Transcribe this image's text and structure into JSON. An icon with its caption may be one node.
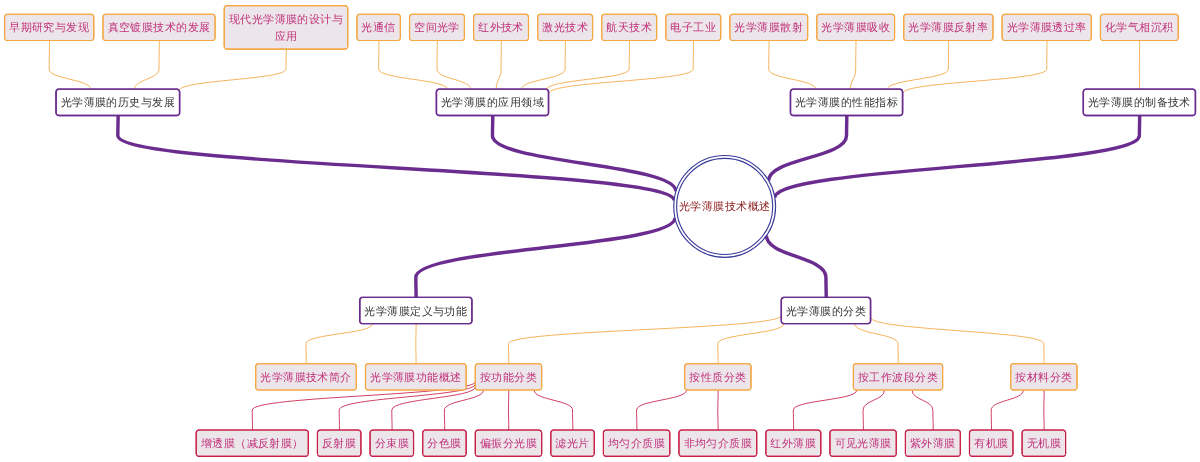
{
  "diagram": {
    "nodes": [
      {
        "text": [
          "早期研究与发现"
        ]
      },
      {
        "text": [
          "真空镀膜技术的发展"
        ]
      },
      {
        "text": [
          "现代光学薄膜的设计与应用"
        ]
      },
      {
        "text": [
          "光通信"
        ]
      },
      {
        "text": [
          "空间光学"
        ]
      },
      {
        "text": [
          "红外技术"
        ]
      },
      {
        "text": [
          "激光技术"
        ]
      },
      {
        "text": [
          "航天技术"
        ]
      },
      {
        "text": [
          "电子工业"
        ]
      },
      {
        "text": [
          "光学薄膜散射"
        ]
      },
      {
        "text": [
          "光学薄膜吸收"
        ]
      },
      {
        "text": [
          "光学薄膜反射率"
        ]
      },
      {
        "text": [
          "光学薄膜透过率"
        ]
      },
      {
        "text": [
          "化学气相沉积"
        ]
      },
      {
        "text": [
          "光学薄膜的历史与发展"
        ]
      },
      {
        "text": [
          "光学薄膜的应用领域"
        ]
      },
      {
        "text": [
          "光学薄膜的性能指标"
        ]
      },
      {
        "text": [
          "光学薄膜的制备技术"
        ]
      },
      {
        "text": [
          "光学薄膜技术概述"
        ]
      },
      {
        "text": [
          "光学薄膜定义与功能"
        ]
      },
      {
        "text": [
          "光学薄膜的分类"
        ]
      },
      {
        "text": [
          "光学薄膜技术简介"
        ]
      },
      {
        "text": [
          "光学薄膜功能概述"
        ]
      },
      {
        "text": [
          "按功能分类"
        ]
      },
      {
        "text": [
          "按性质分类"
        ]
      },
      {
        "text": [
          "按工作波段分类"
        ]
      },
      {
        "text": [
          "按材料分类"
        ]
      },
      {
        "text": [
          "增透膜（减反射膜）"
        ]
      },
      {
        "text": [
          "反射膜"
        ]
      },
      {
        "text": [
          "分束膜"
        ]
      },
      {
        "text": [
          "分色膜"
        ]
      },
      {
        "text": [
          "偏振分光膜"
        ]
      },
      {
        "text": [
          "滤光片"
        ]
      },
      {
        "text": [
          "均匀介质膜"
        ]
      },
      {
        "text": [
          "非均匀介质膜"
        ]
      },
      {
        "text": [
          "红外薄膜"
        ]
      },
      {
        "text": [
          "可见光薄膜"
        ]
      },
      {
        "text": [
          "紫外薄膜"
        ]
      },
      {
        "text": [
          "有机膜"
        ]
      },
      {
        "text": [
          "无机膜"
        ]
      }
    ],
    "edges": [
      {
        "from": 0,
        "to": 14,
        "arrow": "none"
      },
      {
        "from": 1,
        "to": 14,
        "arrow": "none"
      },
      {
        "from": 2,
        "to": 14,
        "arrow": "none"
      },
      {
        "from": 3,
        "to": 15,
        "arrow": "none"
      },
      {
        "from": 4,
        "to": 15,
        "arrow": "none"
      },
      {
        "from": 5,
        "to": 15,
        "arrow": "none"
      },
      {
        "from": 6,
        "to": 15,
        "arrow": "none"
      },
      {
        "from": 7,
        "to": 15,
        "arrow": "none"
      },
      {
        "from": 8,
        "to": 15,
        "arrow": "none"
      },
      {
        "from": 9,
        "to": 16,
        "arrow": "none"
      },
      {
        "from": 10,
        "to": 16,
        "arrow": "none"
      },
      {
        "from": 11,
        "to": 16,
        "arrow": "none"
      },
      {
        "from": 12,
        "to": 16,
        "arrow": "none"
      },
      {
        "from": 13,
        "to": 17,
        "arrow": "none"
      },
      {
        "from": 14,
        "to": 18,
        "arrow": "none",
        "style": "thick",
        "color": "#6a2c8e"
      },
      {
        "from": 15,
        "to": 18,
        "arrow": "none",
        "style": "thick",
        "color": "#6a2c8e"
      },
      {
        "from": 16,
        "to": 18,
        "arrow": "none",
        "style": "thick",
        "color": "#6a2c8e"
      },
      {
        "from": 17,
        "to": 18,
        "arrow": "none",
        "style": "thick",
        "color": "#6a2c8e"
      },
      {
        "from": 18,
        "to": 19,
        "arrow": "none",
        "style": "thick",
        "color": "#6a2c8e"
      },
      {
        "from": 18,
        "to": 20,
        "arrow": "none",
        "style": "thick",
        "color": "#6a2c8e"
      },
      {
        "from": 19,
        "to": 21,
        "arrow": "none"
      },
      {
        "from": 19,
        "to": 22,
        "arrow": "none"
      },
      {
        "from": 20,
        "to": 23,
        "arrow": "none"
      },
      {
        "from": 20,
        "to": 24,
        "arrow": "none"
      },
      {
        "from": 20,
        "to": 25,
        "arrow": "none"
      },
      {
        "from": 20,
        "to": 26,
        "arrow": "none"
      },
      {
        "from": 23,
        "to": 27,
        "arrow": "none",
        "color": "#c8204a"
      },
      {
        "from": 23,
        "to": 28,
        "arrow": "none",
        "color": "#c8204a"
      },
      {
        "from": 23,
        "to": 29,
        "arrow": "none",
        "color": "#c8204a"
      },
      {
        "from": 23,
        "to": 30,
        "arrow": "none",
        "color": "#c8204a"
      },
      {
        "from": 23,
        "to": 31,
        "arrow": "none",
        "color": "#c8204a"
      },
      {
        "from": 23,
        "to": 32,
        "arrow": "none",
        "color": "#c8204a"
      },
      {
        "from": 24,
        "to": 33,
        "arrow": "none",
        "color": "#c8204a"
      },
      {
        "from": 24,
        "to": 34,
        "arrow": "none",
        "color": "#c8204a"
      },
      {
        "from": 25,
        "to": 35,
        "arrow": "none",
        "color": "#c8204a"
      },
      {
        "from": 25,
        "to": 36,
        "arrow": "none",
        "color": "#c8204a"
      },
      {
        "from": 25,
        "to": 37,
        "arrow": "none",
        "color": "#c8204a"
      },
      {
        "from": 26,
        "to": 38,
        "arrow": "none",
        "color": "#c8204a"
      },
      {
        "from": 26,
        "to": 39,
        "arrow": "none",
        "color": "#c8204a"
      }
    ]
  }
}
